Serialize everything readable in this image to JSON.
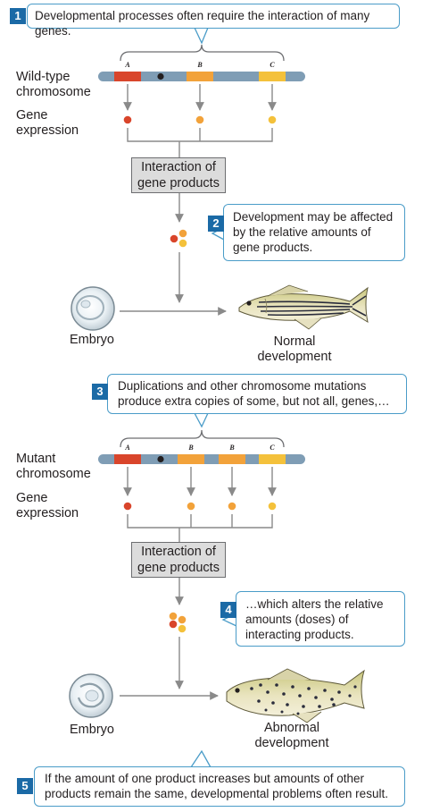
{
  "callouts": {
    "step1": {
      "number": "1",
      "text": "Developmental processes often require the interaction of many genes."
    },
    "step2": {
      "number": "2",
      "text": "Development may be affected by the relative amounts of gene products."
    },
    "step3": {
      "number": "3",
      "text": "Duplications and other chromosome mutations produce extra copies of some, but not all, genes,…"
    },
    "step4": {
      "number": "4",
      "text": "…which alters the relative amounts (doses) of interacting products."
    },
    "step5": {
      "number": "5",
      "text": "If the amount of one product increases but amounts of other products remain the same, developmental problems often result."
    }
  },
  "wildtype": {
    "chromosome_label_line1": "Wild-type",
    "chromosome_label_line2": "chromosome",
    "expression_label_line1": "Gene",
    "expression_label_line2": "expression",
    "gene_labels": [
      "A",
      "B",
      "C"
    ],
    "interaction_line1": "Interaction of",
    "interaction_line2": "gene products",
    "embryo_label": "Embryo",
    "outcome_line1": "Normal",
    "outcome_line2": "development"
  },
  "mutant": {
    "chromosome_label_line1": "Mutant",
    "chromosome_label_line2": "chromosome",
    "expression_label_line1": "Gene",
    "expression_label_line2": "expression",
    "gene_labels": [
      "A",
      "B",
      "B",
      "C"
    ],
    "interaction_line1": "Interaction of",
    "interaction_line2": "gene products",
    "embryo_label": "Embryo",
    "outcome_line1": "Abnormal",
    "outcome_line2": "development"
  },
  "colors": {
    "gene_a": "#d9452b",
    "gene_b": "#f2a23a",
    "gene_c": "#f4c13b",
    "chromosome": "#7f9db5",
    "callout_border": "#4a9cc8",
    "badge": "#1b6aa6",
    "arrow": "#8a8a8a"
  }
}
